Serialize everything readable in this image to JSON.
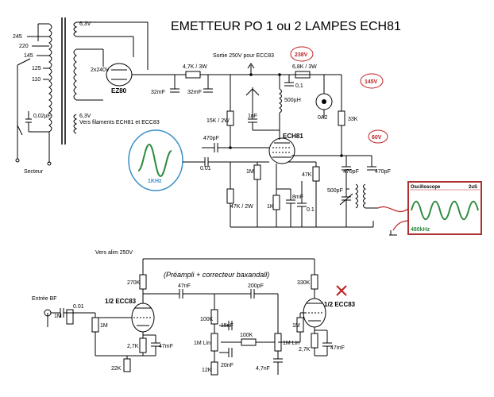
{
  "title": "EMETTEUR PO 1 ou 2 LAMPES ECH81",
  "power": {
    "taps": [
      "245",
      "220",
      "145",
      "125",
      "110"
    ],
    "label_6v3_top": "6,3V",
    "label_2x240": "2x240V",
    "label_6v3_bottom": "6,3V",
    "heater_note_line1": "Vers filaments ECH81 et ECC83",
    "cap_002": "0,02µF",
    "mains": "Secteur",
    "rectifier": "EZ80",
    "res_47k_3w": "4,7K / 3W",
    "cap_32mf_a": "32mF",
    "cap_32mf_b": "32mF",
    "output_note": "Sortie 250V pour ECC83",
    "res_68k_3w": "6,8K / 3W",
    "cap_01": "0,1",
    "regulator": "0A2",
    "res_33k": "33K"
  },
  "volt_badges": {
    "v238": "238V",
    "v145": "145V",
    "v60": "60V"
  },
  "oscillator": {
    "tube": "ECH81",
    "coil": "500µH",
    "cap_1nf": "1nF",
    "res_15k": "15K / 2W",
    "cap_470pf_a": "470pF",
    "coupling_cap": "0.01",
    "res_1m": "1M",
    "res_47k_2w": "47K / 2W",
    "res_1k": "1K",
    "cap_8mf": "8mF",
    "cap_01b": "0.1",
    "res_47k": "47K",
    "cap_500pf": "500pF",
    "cap_470pf_b": "470pF",
    "cap_470pf_c": "470pF",
    "signal_freq": "1KHz"
  },
  "oscilloscope": {
    "label": "Oscilloscope",
    "timebase": "2uS",
    "freq": "480kHz"
  },
  "preamp": {
    "supply_note": "Vers alim 250V",
    "subtitle": "(Préampli + correcteur baxandall)",
    "input": "Entrée BF",
    "cap_001": "0.01",
    "pot_1m": "1M",
    "res_1m": "1M",
    "tube_a": "1/2 ECC83",
    "res_270k": "270K",
    "res_27k_a": "2,7K",
    "cap_47mf_a": "47mF",
    "res_22k": "22K",
    "cap_47nf": "47nF",
    "cap_200pf": "200pF",
    "res_100k_a": "100K",
    "cap_15nf": "15nF",
    "pot_1mlin_a": "1M Lin",
    "cap_20nf": "20nF",
    "res_12k": "12K",
    "res_100k_b": "100K",
    "pot_1mlin_b": "1M Lin",
    "cap_47nf_b": "4,7nF",
    "res_330k": "330K",
    "tube_b": "1/2 ECC83",
    "res_1m_b": "1M",
    "res_27k_b": "2,7K",
    "cap_47mf_b": "47mF"
  },
  "colors": {
    "badge": "#c02020",
    "signal_green": "#2e8b3e",
    "signal_blue": "#3a8fc8",
    "scope_frame": "#b03030"
  }
}
